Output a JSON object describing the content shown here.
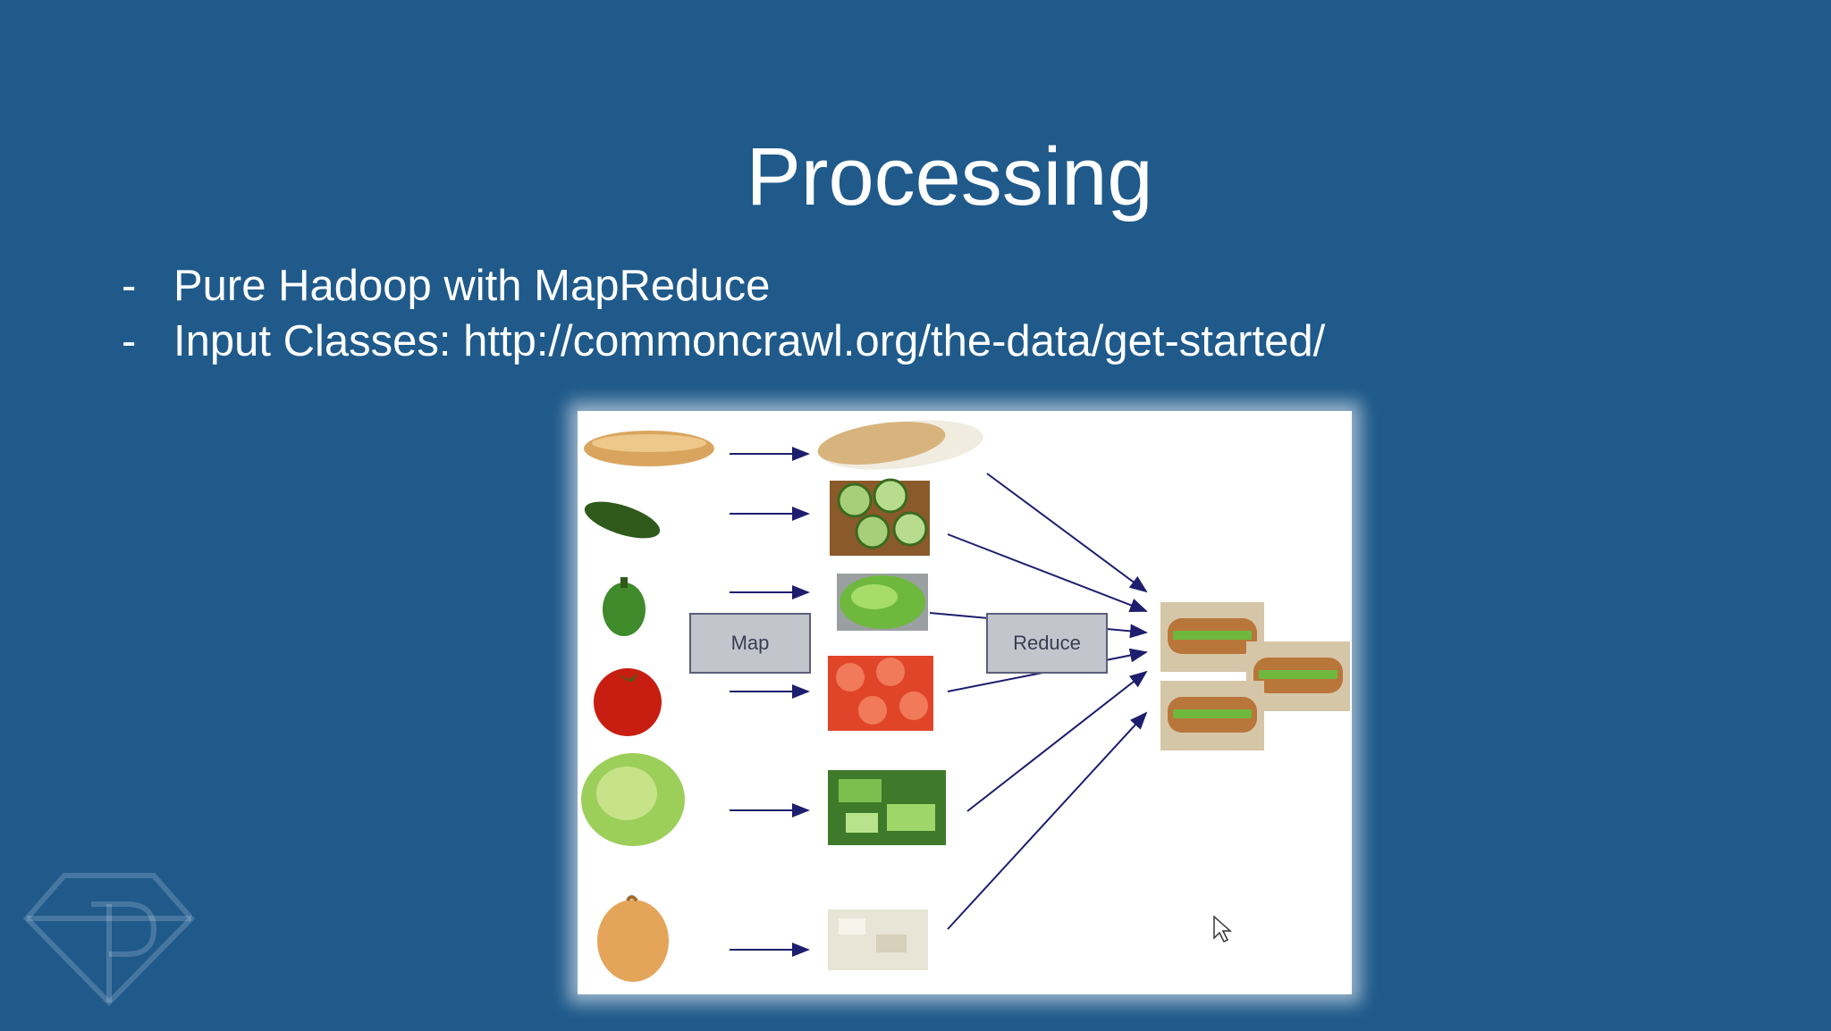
{
  "slide": {
    "title": "Processing",
    "bullets": [
      {
        "dash": "-",
        "text": "Pure Hadoop with MapReduce"
      },
      {
        "dash": "-",
        "text": "Input Classes: http://commoncrawl.org/the-data/get-started/"
      }
    ]
  },
  "diagram": {
    "map_label": "Map",
    "reduce_label": "Reduce",
    "inputs": [
      "bread",
      "cucumber",
      "green-pepper",
      "tomato",
      "lettuce",
      "onion"
    ],
    "outputs": [
      "sliced-bread",
      "sliced-cucumber",
      "chopped-pepper",
      "sliced-tomato",
      "shredded-lettuce",
      "diced-onion"
    ],
    "result": "sandwiches"
  },
  "colors": {
    "background": "#1f5a8b",
    "text": "#ffffff",
    "arrow": "#1e1e6e",
    "box_fill": "#c2c5cc"
  }
}
